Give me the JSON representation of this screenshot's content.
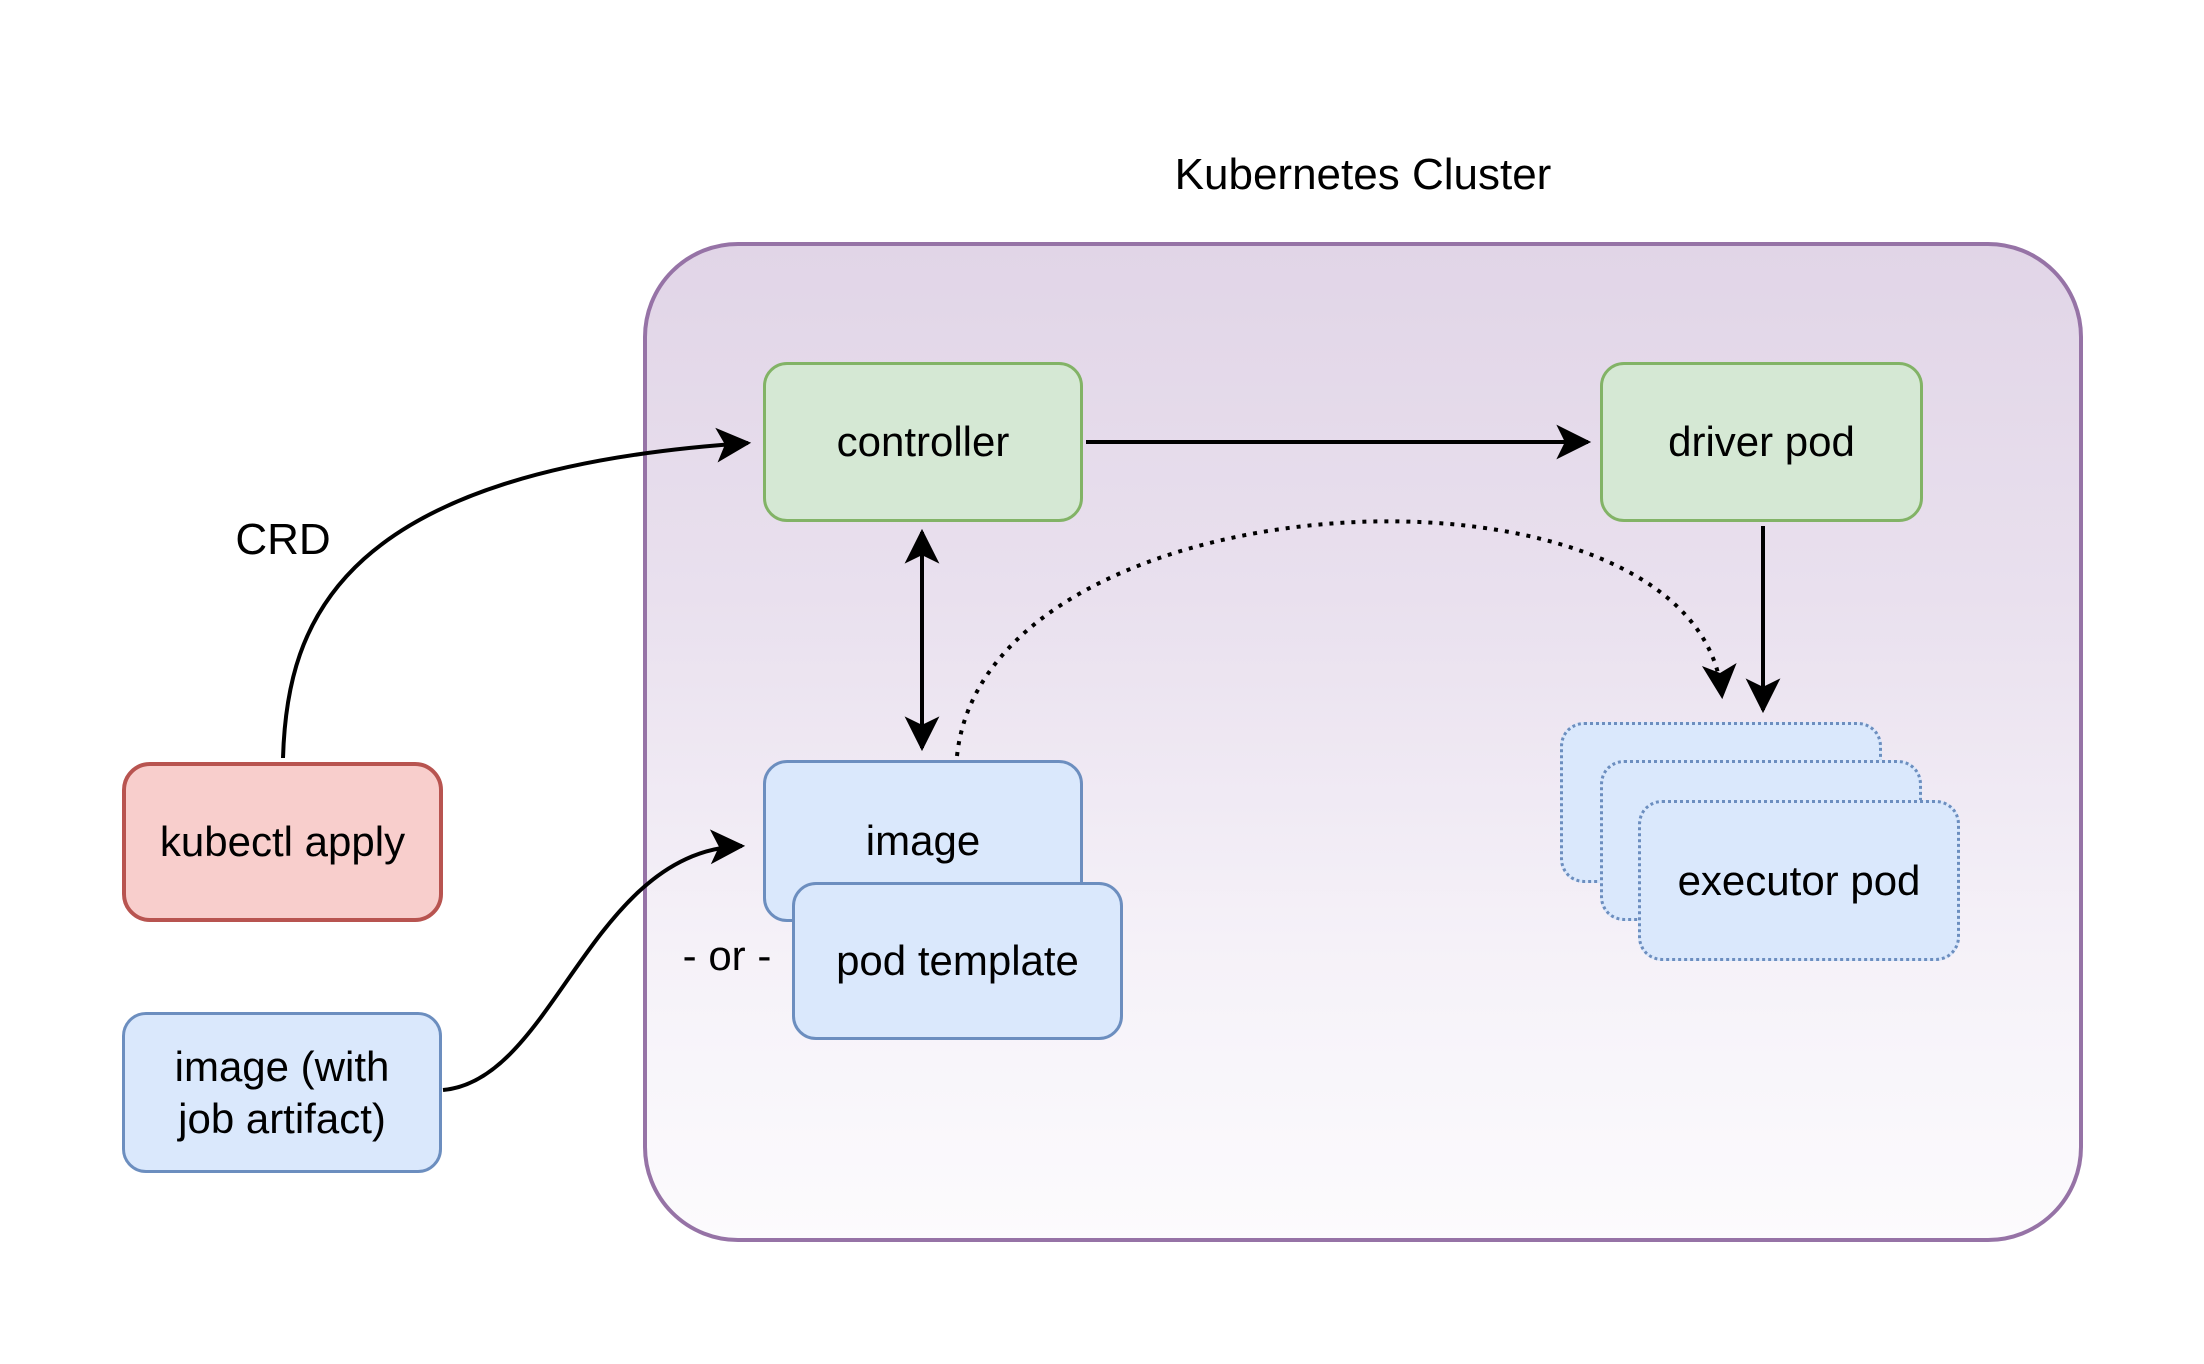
{
  "diagram": {
    "title": "Kubernetes Cluster"
  },
  "nodes": {
    "kubectl_apply": {
      "label": "kubectl apply"
    },
    "image_with_job_artifact": {
      "label": "image (with\njob artifact)"
    },
    "controller": {
      "label": "controller"
    },
    "driver_pod": {
      "label": "driver pod"
    },
    "image": {
      "label": "image"
    },
    "pod_template": {
      "label": "pod template"
    },
    "executor_pod": {
      "label": "executor pod"
    }
  },
  "annotations": {
    "crd_label": "CRD",
    "or_label": "- or -"
  },
  "colors": {
    "cluster_border": "#9673a6",
    "cluster_fill_top": "#e1d5e7",
    "cluster_fill_bottom": "#fcfbfd",
    "green_fill": "#d5e8d4",
    "green_border": "#82b366",
    "blue_fill": "#dae8fc",
    "blue_border": "#6c8ebf",
    "red_fill": "#f8cecc",
    "red_border": "#b85450",
    "arrow_color": "#000000"
  }
}
